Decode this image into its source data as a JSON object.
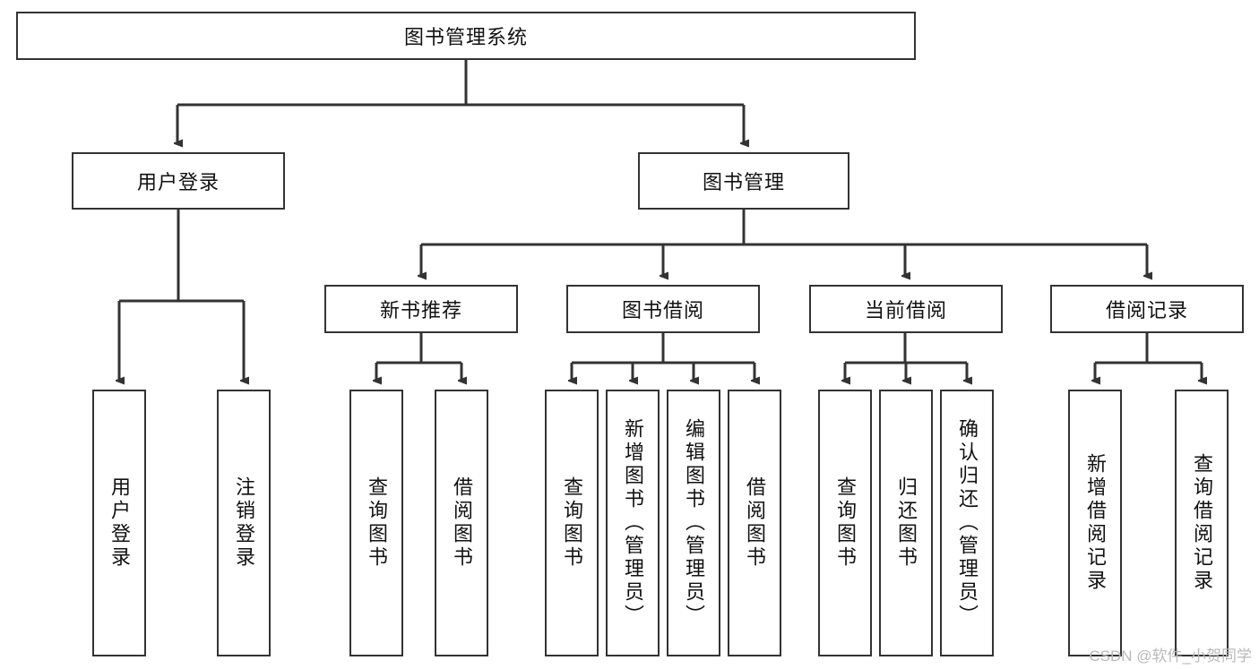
{
  "diagram": {
    "title": "图书管理系统",
    "type": "hierarchy-tree",
    "root": {
      "label": "图书管理系统"
    },
    "level2": [
      {
        "label": "用户登录"
      },
      {
        "label": "图书管理"
      }
    ],
    "level3": [
      {
        "label": "新书推荐"
      },
      {
        "label": "图书借阅"
      },
      {
        "label": "当前借阅"
      },
      {
        "label": "借阅记录"
      }
    ],
    "leaves": {
      "user_login": [
        "用户登录",
        "注销登录"
      ],
      "new_book_recommend": [
        "查询图书",
        "借阅图书"
      ],
      "book_borrow": [
        "查询图书",
        "新增图书（管理员）",
        "编辑图书（管理员）",
        "借阅图书"
      ],
      "current_borrow": [
        "查询图书",
        "归还图书",
        "确认归还（管理员）"
      ],
      "borrow_record": [
        "新增借阅记录",
        "查询借阅记录"
      ]
    }
  },
  "watermark": {
    "text": "CSDN @软件_小贺同学"
  },
  "colors": {
    "stroke": "#333333",
    "fill": "#ffffff",
    "text": "#111111",
    "watermark": "#b9b9b9"
  }
}
